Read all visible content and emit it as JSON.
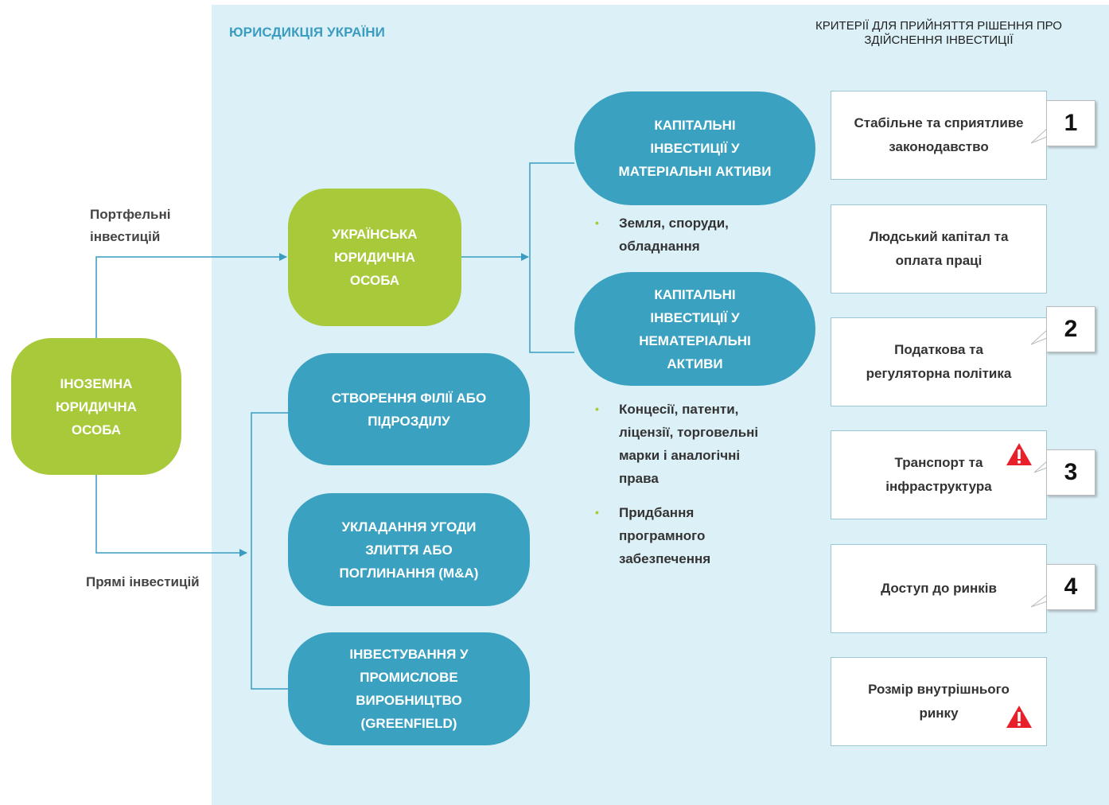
{
  "jurisdiction": {
    "title": "ЮРИСДИКЦІЯ УКРАЇНИ"
  },
  "criteria_title": "КРИТЕРІЇ ДЛЯ ПРИЙНЯТТЯ РІШЕННЯ ПРО ЗДІЙСНЕННЯ ІНВЕСТИЦІЇ",
  "foreign_entity": {
    "lines": [
      "ІНОЗЕМНА",
      "ЮРИДИЧНА",
      "ОСОБА"
    ]
  },
  "ukrainian_entity": {
    "lines": [
      "УКРАЇНСЬКА",
      "ЮРИДИЧНА",
      "ОСОБА"
    ]
  },
  "portfolio_label": {
    "lines": [
      "Портфельні",
      "інвестицій"
    ]
  },
  "direct_label": "Прямі інвестицій",
  "capital_tangible": {
    "lines": [
      "КАПІТАЛЬНІ",
      "ІНВЕСТИЦІЇ У",
      "МАТЕРІАЛЬНІ АКТИВИ"
    ]
  },
  "capital_intangible": {
    "lines": [
      "КАПІТАЛЬНІ",
      "ІНВЕСТИЦІЇ У",
      "НЕМАТЕРІАЛЬНІ",
      "АКТИВИ"
    ]
  },
  "tangible_bullets": [
    {
      "lines": [
        "Земля, споруди,",
        "обладнання"
      ]
    }
  ],
  "intangible_bullets": [
    {
      "lines": [
        "Концесії, патенти,",
        "ліцензії, торговельні",
        "марки і аналогічні",
        "права"
      ]
    },
    {
      "lines": [
        "Придбання",
        "програмного",
        "забезпечення"
      ]
    }
  ],
  "direct_forms": [
    {
      "lines": [
        "СТВОРЕННЯ ФІЛІЇ АБО",
        "ПІДРОЗДІЛУ"
      ]
    },
    {
      "lines": [
        "УКЛАДАННЯ УГОДИ",
        "ЗЛИТТЯ АБО",
        "ПОГЛИНАННЯ (M&A)"
      ]
    },
    {
      "lines": [
        "ІНВЕСТУВАННЯ У",
        "ПРОМИСЛОВЕ",
        "ВИРОБНИЦТВО",
        "(GREENFIELD)"
      ]
    }
  ],
  "criteria": [
    {
      "lines": [
        "Стабільне та сприятливе",
        "законодавство"
      ],
      "rank": "1",
      "warning": false
    },
    {
      "lines": [
        "Людський капітал та",
        "оплата праці"
      ],
      "rank": "",
      "warning": false
    },
    {
      "lines": [
        "Податкова та",
        "регуляторна політика"
      ],
      "rank": "2",
      "warning": false
    },
    {
      "lines": [
        "Транспорт та",
        "інфраструктура"
      ],
      "rank": "3",
      "warning": true
    },
    {
      "lines": [
        "Доступ до ринків"
      ],
      "rank": "4",
      "warning": false
    },
    {
      "lines": [
        "Розмір внутрішнього",
        "ринку"
      ],
      "rank": "",
      "warning": true
    }
  ],
  "icons": {
    "warning": "warning-triangle-icon",
    "arrow": "arrow-right-icon"
  },
  "colors": {
    "green": "#a8c93a",
    "teal": "#3aa2c0",
    "jurisdiction_bg": "#dcf0f7",
    "jurisdiction_title": "#3a9cc0",
    "connector": "#3a9cc0",
    "warning": "#e8202a"
  }
}
